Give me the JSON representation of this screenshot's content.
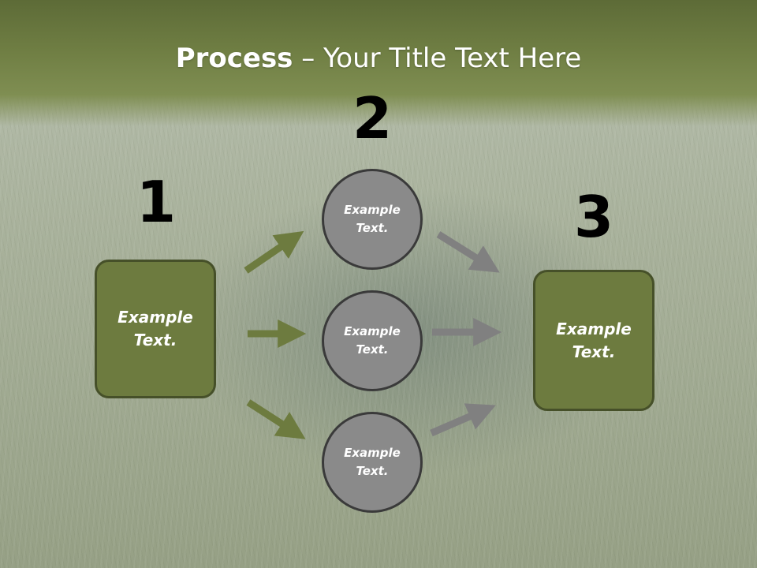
{
  "title": {
    "bold": "Process",
    "rest": " – Your Title Text Here"
  },
  "steps": {
    "one": "1",
    "two": "2",
    "three": "3"
  },
  "left_box": {
    "text": "Example\nText."
  },
  "right_box": {
    "text": "Example\nText."
  },
  "circles": [
    {
      "text": "Example\nText."
    },
    {
      "text": "Example\nText."
    },
    {
      "text": "Example\nText."
    }
  ],
  "colors": {
    "green_box": "#6d7b3f",
    "green_arrow": "#6d7b3f",
    "gray_circle": "#8a8a8a",
    "gray_arrow": "#808080",
    "header": "#6f7e43"
  }
}
